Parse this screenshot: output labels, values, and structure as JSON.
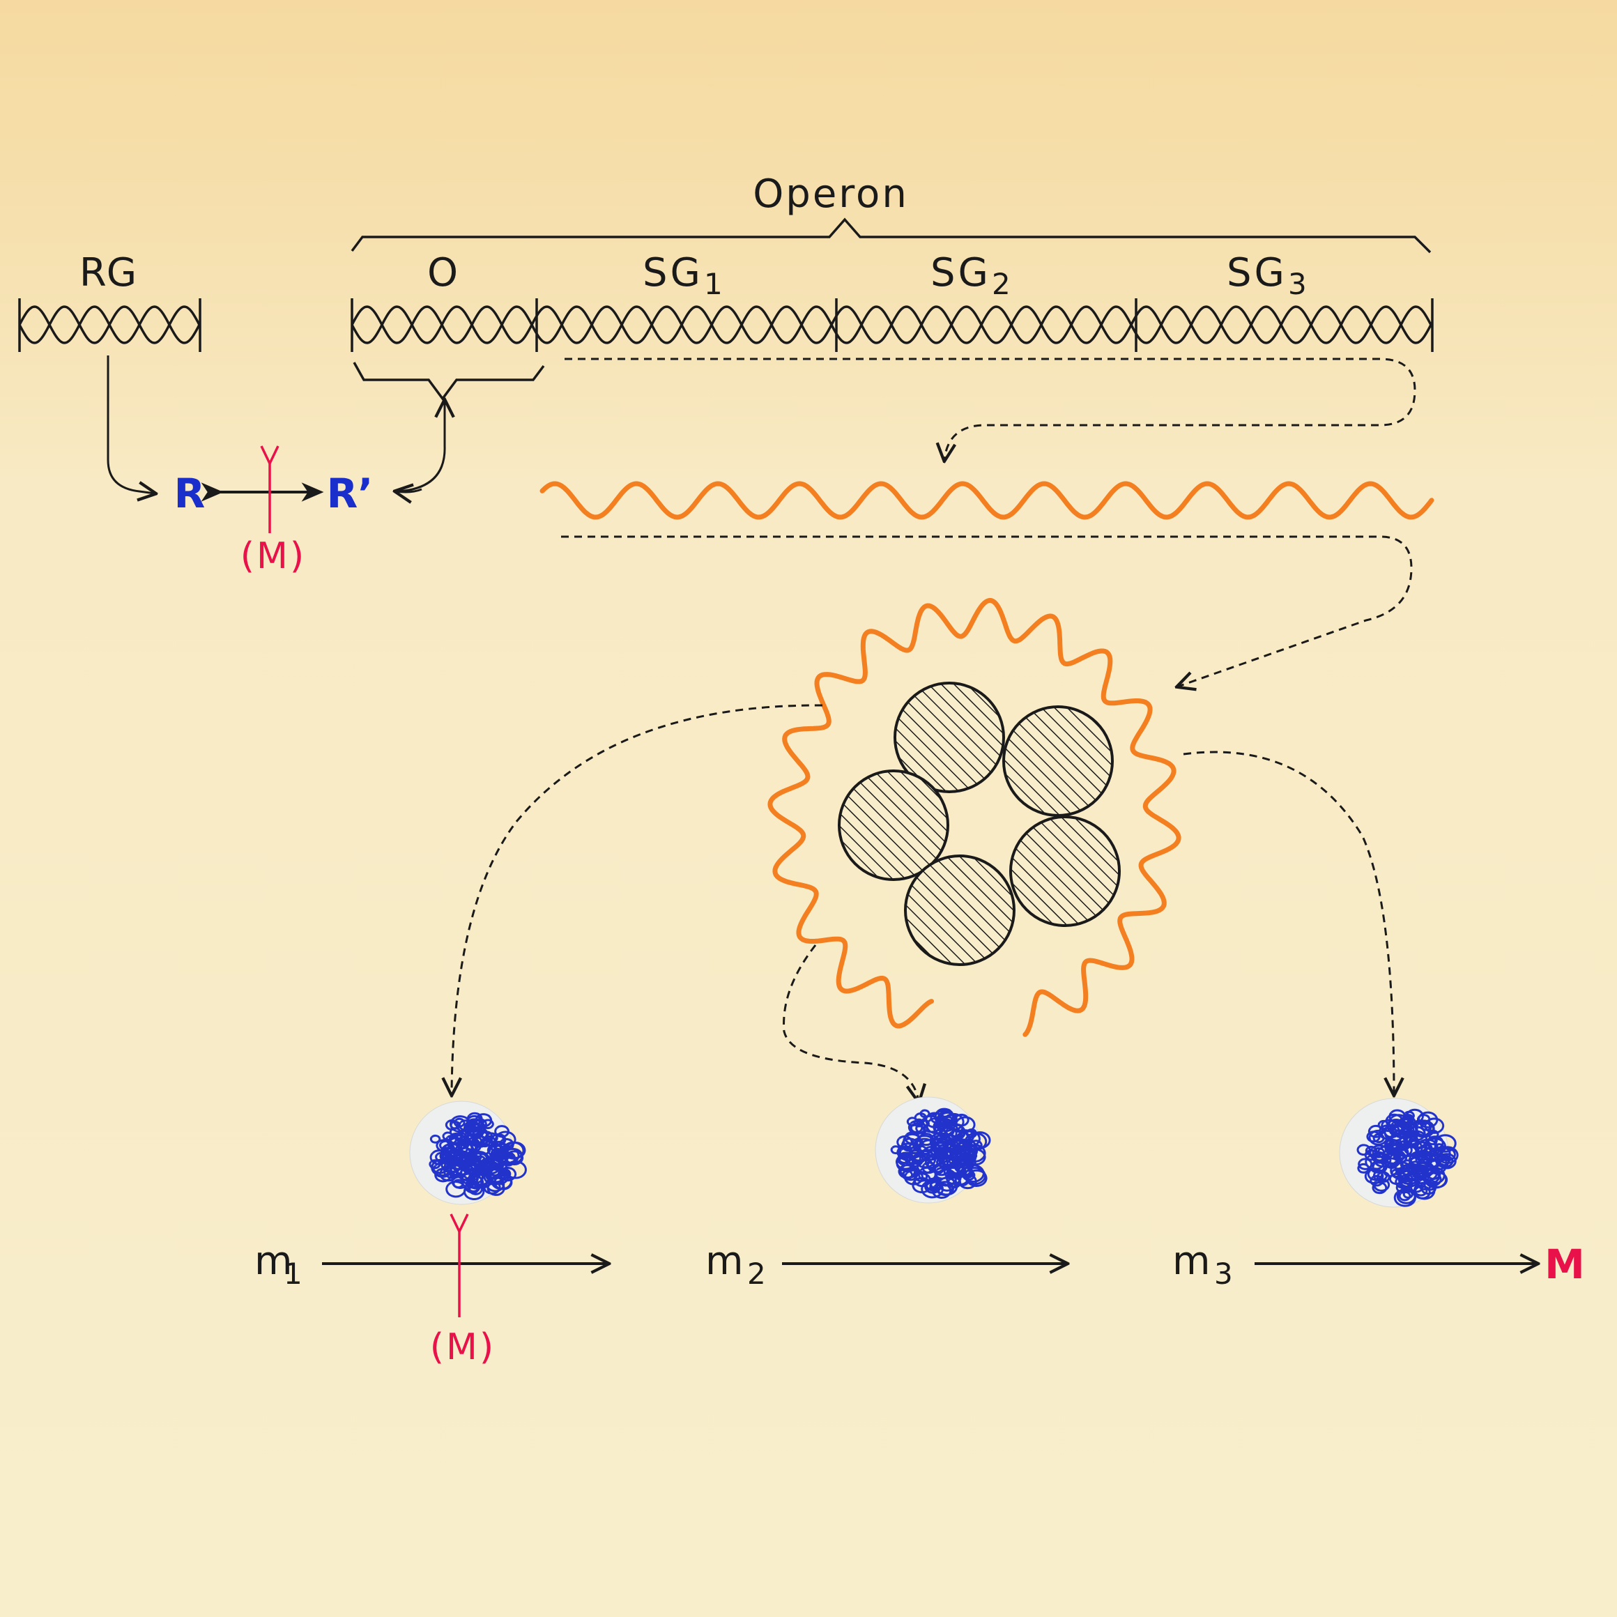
{
  "labels": {
    "operon": "Operon",
    "rg": "RG",
    "o": "O",
    "sg1_base": "SG",
    "sg1_sub": "1",
    "sg2_base": "SG",
    "sg2_sub": "2",
    "sg3_base": "SG",
    "sg3_sub": "3",
    "r": "R",
    "r_prime": "R’",
    "inducer_top": "(M)",
    "inducer_bottom": "(M)",
    "m1_base": "m",
    "m1_sub": "1",
    "m2_base": "m",
    "m2_sub": "2",
    "m3_base": "m",
    "m3_sub": "3",
    "product": "M"
  },
  "colors": {
    "paper": "#f8eecb",
    "paper_top": "#f5dba5",
    "ink": "#1a1a1a",
    "repressor_blue": "#1a2ecc",
    "metabolite_red": "#e8114a",
    "mrna_orange": "#f47f20",
    "enzyme_blue": "#2233cc"
  },
  "icons": {
    "dna_helix": "dna-helix-icon",
    "mrna": "mrna-wave-icon",
    "ribosome": "ribosome-icon",
    "enzyme": "enzyme-coil-icon"
  }
}
